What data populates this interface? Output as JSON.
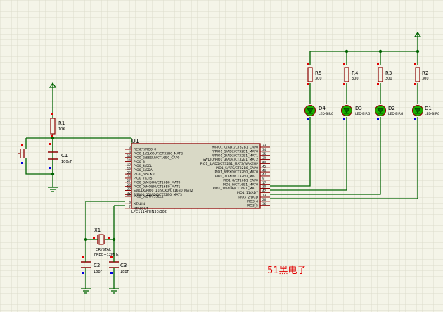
{
  "chip": {
    "ref": "U1",
    "part": "LPC1114FHN33/302",
    "left_pins": [
      {
        "num": "3",
        "name": "RESET/PIO0_0"
      },
      {
        "num": "4",
        "name": "PIO0_1/CLKOUT/CT32B0_MAT2"
      },
      {
        "num": "10",
        "name": "PIO0_2/SSEL0/CT16B0_CAP0"
      },
      {
        "num": "14",
        "name": "PIO0_3"
      },
      {
        "num": "15",
        "name": "PIO0_4/SCL"
      },
      {
        "num": "16",
        "name": "PIO0_5/SDA"
      },
      {
        "num": "22",
        "name": "PIO0_6/SCK0"
      },
      {
        "num": "23",
        "name": "PIO0_7/CTS"
      },
      {
        "num": "27",
        "name": "PIO0_8/MISO0/CT16B0_MAT0"
      },
      {
        "num": "28",
        "name": "PIO0_9/MOSI0/CT16B0_MAT1"
      },
      {
        "num": "29",
        "name": "SWCLK/PIO0_10/SCK0/CT16B0_MAT2"
      },
      {
        "num": "32",
        "name": "R/PIO0_11/AD0/CT32B0_MAT3"
      },
      {
        "num": "19",
        "name": "PIO2_0/DTR/SSEL1"
      },
      {
        "num": "6",
        "name": "XTALIN"
      },
      {
        "num": "7",
        "name": "XTALOUT"
      }
    ],
    "right_pins": [
      {
        "num": "33",
        "name": "R/PIO1_0/AD1/CT32B1_CAP0"
      },
      {
        "num": "34",
        "name": "R/PIO1_1/AD2/CT32B1_MAT0"
      },
      {
        "num": "35",
        "name": "R/PIO1_2/AD3/CT32B1_MAT1"
      },
      {
        "num": "39",
        "name": "SWDIO/PIO1_3/AD4/CT32B1_MAT2"
      },
      {
        "num": "40",
        "name": "PIO1_4/AD5/CT32B1_MAT3/WAKEUP"
      },
      {
        "num": "45",
        "name": "PIO1_5/RTS/CT32B0_CAP0"
      },
      {
        "num": "46",
        "name": "PIO1_6/RXD/CT32B0_MAT0"
      },
      {
        "num": "47",
        "name": "PIO1_7/TXD/CT32B0_MAT1"
      },
      {
        "num": "9",
        "name": "PIO1_8/CT16B1_CAP0"
      },
      {
        "num": "17",
        "name": "PIO1_9/CT16B1_MAT0"
      },
      {
        "num": "30",
        "name": "PIO1_10/AD6/CT16B1_MAT1"
      },
      {
        "num": "42",
        "name": "PIO1_11/AD7"
      },
      {
        "num": "13",
        "name": "PIO3_2/DCD"
      },
      {
        "num": "26",
        "name": "PIO3_4"
      },
      {
        "num": "36",
        "name": "PIO3_5"
      }
    ]
  },
  "parts": {
    "r1": {
      "ref": "R1",
      "value": "10K"
    },
    "c1": {
      "ref": "C1",
      "value": "100nF"
    },
    "x1": {
      "ref": "X1",
      "type": "CRYSTAL",
      "freq": "FREQ=12MHz"
    },
    "c2": {
      "ref": "C2",
      "value": "18pF"
    },
    "c3": {
      "ref": "C3",
      "value": "18pF"
    },
    "r5": {
      "ref": "R5",
      "value": "300"
    },
    "r4": {
      "ref": "R4",
      "value": "300"
    },
    "r3": {
      "ref": "R3",
      "value": "300"
    },
    "r2": {
      "ref": "R2",
      "value": "300"
    },
    "d4": {
      "ref": "D4",
      "type": "LED-BIRG"
    },
    "d3": {
      "ref": "D3",
      "type": "LED-BIRG"
    },
    "d2": {
      "ref": "D2",
      "type": "LED-BIRG"
    },
    "d1": {
      "ref": "D1",
      "type": "LED-BIRG"
    }
  },
  "watermark": "51黑电子",
  "colors": {
    "background": "#f4f4e8",
    "grid": "#dcdccb",
    "wire": "#006400",
    "outline": "#8b0000",
    "chip_fill": "#d9d9c6",
    "led": "#18b000",
    "pin_red": "#e00000",
    "pin_blue": "#0000e0",
    "watermark": "#e00000"
  }
}
